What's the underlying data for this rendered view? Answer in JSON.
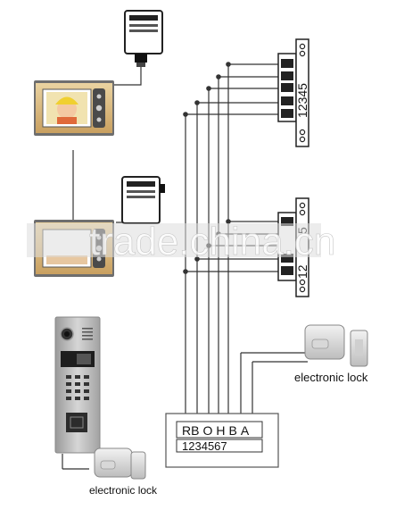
{
  "terminal_block_top": {
    "numbers": [
      "1",
      "2",
      "3",
      "4",
      "5"
    ]
  },
  "terminal_block_mid": {
    "numbers": [
      "1",
      "2",
      "",
      "",
      "5"
    ]
  },
  "controller": {
    "letters": [
      "R",
      "B",
      "O",
      "H",
      "B",
      "A"
    ],
    "numbers": [
      "1",
      "2",
      "3",
      "4",
      "5",
      "6",
      "7"
    ]
  },
  "lock_right_label": "electronic lock",
  "lock_bottom_label": "electronic lock",
  "watermark_text": "trade.china.cn",
  "colors": {
    "wire": "#333333",
    "panel": "#7a7a7a",
    "gold": "#d8b878",
    "steel": "#b8b8b8"
  }
}
